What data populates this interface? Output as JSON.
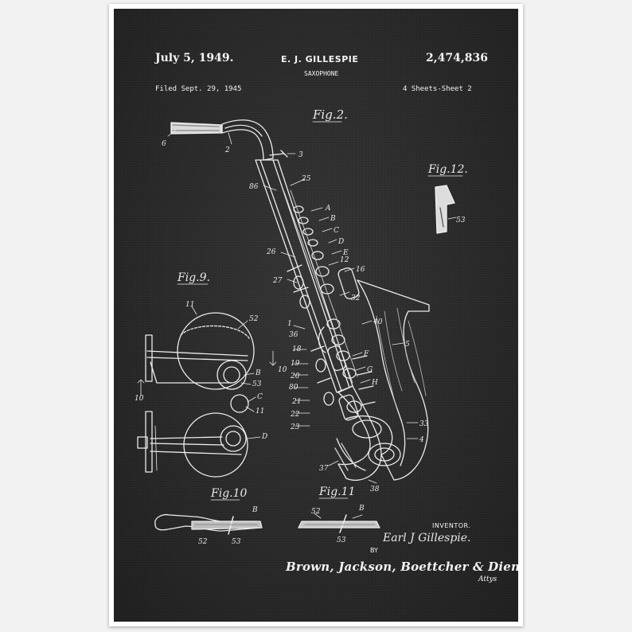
{
  "patent": {
    "date": "July 5, 1949.",
    "inventor_header": "E. J. GILLESPIE",
    "title": "SAXOPHONE",
    "number": "2,474,836",
    "filed": "Filed Sept. 29, 1945",
    "sheets": "4 Sheets-Sheet 2"
  },
  "figures": {
    "fig2": "Fig.2.",
    "fig12": "Fig.12.",
    "fig9": "Fig.9.",
    "fig10": "Fig.10",
    "fig11": "Fig.11"
  },
  "callouts": {
    "n6": "6",
    "n2": "2",
    "n3": "3",
    "n25": "25",
    "n86": "86",
    "nA": "A",
    "nB": "B",
    "nC": "C",
    "nD": "D",
    "nE": "E",
    "n26": "26",
    "n12": "12",
    "n16": "16",
    "n27": "27",
    "n32": "32",
    "n1": "1",
    "n36": "36",
    "n40": "40",
    "n5": "5",
    "n18": "18",
    "nF": "F",
    "n19": "19",
    "nG": "G",
    "n20": "20",
    "n80": "80",
    "nH": "H",
    "n21": "21",
    "n22": "22",
    "n23": "23",
    "n33": "33",
    "n4": "4",
    "n37": "37",
    "n38": "38",
    "n53": "53",
    "f9_11": "11",
    "f9_52": "52",
    "f9_10": "10",
    "f9_B": "B",
    "f9_53": "53",
    "f9_C": "C",
    "f9_11b": "11",
    "f9_D": "D",
    "f9_10b": "10",
    "f10_B": "B",
    "f10_52": "52",
    "f10_53": "53",
    "f11_B": "B",
    "f11_52": "52",
    "f11_53": "53"
  },
  "inventor": {
    "label": "INVENTOR.",
    "name": "Earl J Gillespie.",
    "by": "BY",
    "attorneys": "Brown, Jackson, Boettcher & Dienner",
    "suffix": "Attys"
  },
  "colors": {
    "background": "#2b2b2b",
    "ink": "#f4f4f4",
    "frame": "#ffffff"
  }
}
